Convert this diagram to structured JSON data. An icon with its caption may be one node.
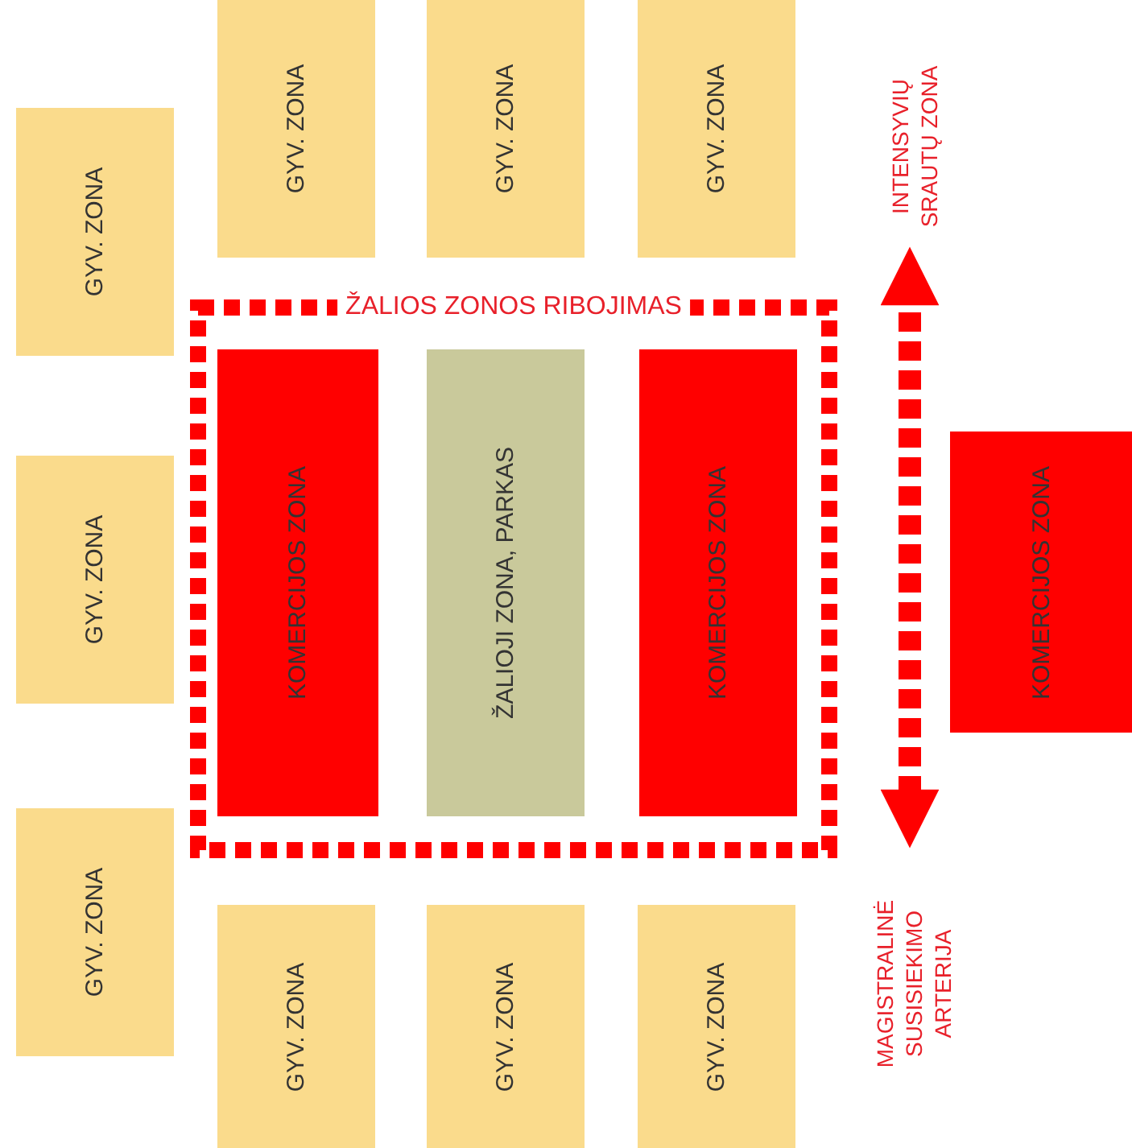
{
  "diagram": {
    "nodes": [
      {
        "text": [
          "GYV. ZONA"
        ]
      },
      {
        "text": [
          "GYV. ZONA"
        ]
      },
      {
        "text": [
          "GYV. ZONA"
        ]
      },
      {
        "text": [
          "GYV. ZONA"
        ]
      },
      {
        "text": [
          "GYV. ZONA"
        ]
      },
      {
        "text": [
          "GYV. ZONA"
        ]
      },
      {
        "text": [
          "ŽALIOS ZONOS RIBOJIMAS"
        ]
      },
      {
        "text": [
          "KOMERCIJOS ZONA"
        ],
        "in": 6
      },
      {
        "text": [
          "ŽALIOJI ZONA, PARKAS"
        ],
        "in": 6
      },
      {
        "text": [
          "KOMERCIJOS ZONA"
        ],
        "in": 6
      },
      {
        "text": [
          "INTENSYVIŲ SRAUTŲ ZONA"
        ]
      },
      {
        "text": [
          "KOMERCIJOS ZONA"
        ]
      },
      {
        "text": [
          "MAGISTRALINĖ SUSISIEKIMO ARTERIJA"
        ]
      },
      {
        "text": [
          "GYV. ZONA"
        ]
      },
      {
        "text": [
          "GYV. ZONA"
        ]
      },
      {
        "text": [
          "GYV. ZONA"
        ]
      }
    ],
    "edges": [
      {
        "from": 12,
        "to": 10,
        "arrow": "both",
        "style": "dashed"
      }
    ]
  }
}
